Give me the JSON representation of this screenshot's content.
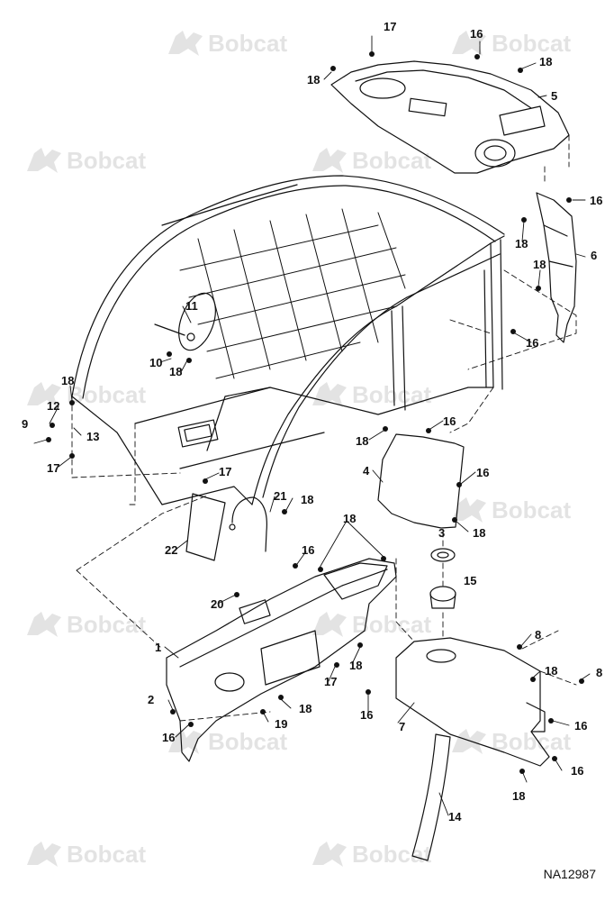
{
  "brand": {
    "watermark_text": "Bobcat"
  },
  "drawing_number": "NA12987",
  "callouts": [
    "17",
    "16",
    "18",
    "18",
    "5",
    "16",
    "18",
    "6",
    "18",
    "16",
    "11",
    "10",
    "18",
    "18",
    "12",
    "9",
    "13",
    "17",
    "16",
    "18",
    "4",
    "16",
    "18",
    "17",
    "21",
    "18",
    "22",
    "18",
    "16",
    "3",
    "15",
    "20",
    "1",
    "18",
    "17",
    "8",
    "18",
    "8",
    "2",
    "18",
    "16",
    "16",
    "19",
    "7",
    "16",
    "16",
    "18",
    "14"
  ]
}
